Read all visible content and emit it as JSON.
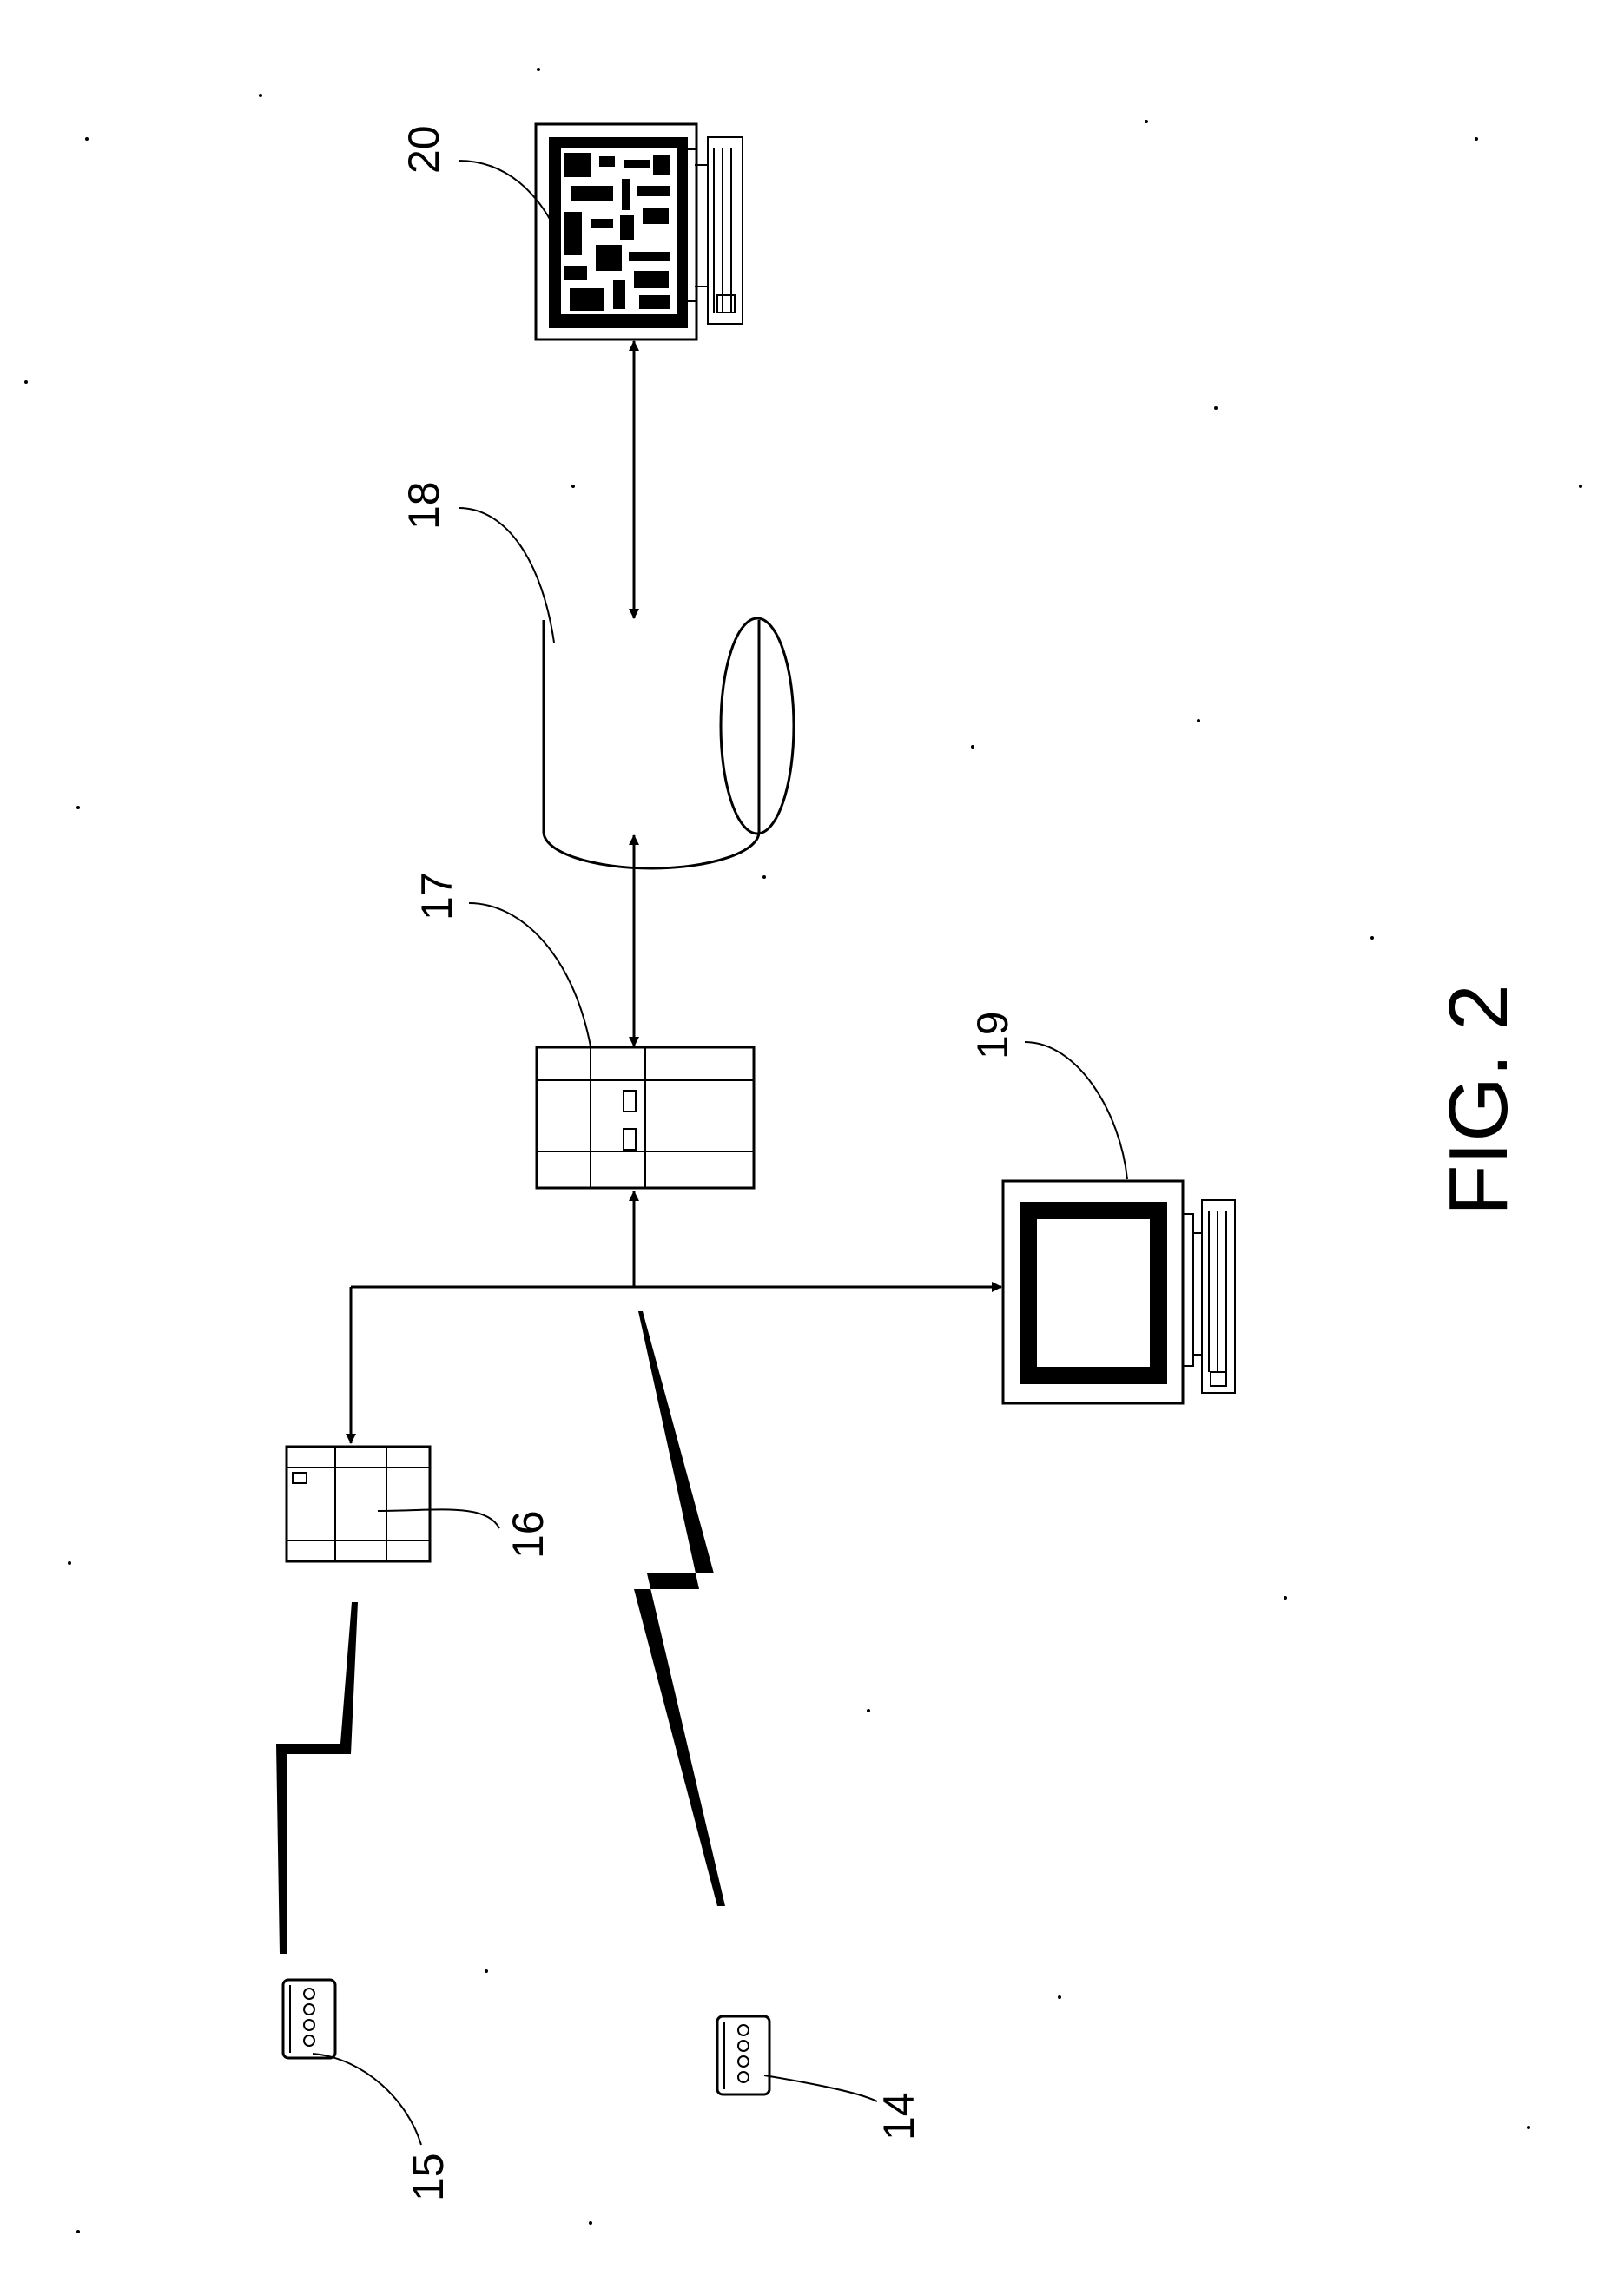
{
  "figure": {
    "caption": "FIG. 2",
    "labels": {
      "ref_14": "14",
      "ref_15": "15",
      "ref_16": "16",
      "ref_17": "17",
      "ref_18": "18",
      "ref_19": "19",
      "ref_20": "20"
    },
    "components": [
      {
        "ref": "14",
        "kind": "handheld-device"
      },
      {
        "ref": "15",
        "kind": "handheld-device"
      },
      {
        "ref": "16",
        "kind": "base-station"
      },
      {
        "ref": "17",
        "kind": "server"
      },
      {
        "ref": "18",
        "kind": "database"
      },
      {
        "ref": "19",
        "kind": "workstation"
      },
      {
        "ref": "20",
        "kind": "workstation-with-map"
      }
    ],
    "links": [
      {
        "from": "15",
        "to": "16",
        "type": "wireless"
      },
      {
        "from": "14",
        "to": "bus",
        "type": "wireless"
      },
      {
        "from": "bus",
        "to": "16",
        "type": "wired",
        "direction": "one-way"
      },
      {
        "from": "bus",
        "to": "17",
        "type": "wired",
        "direction": "one-way"
      },
      {
        "from": "bus",
        "to": "19",
        "type": "wired",
        "direction": "one-way"
      },
      {
        "from": "17",
        "to": "18",
        "type": "wired",
        "direction": "two-way"
      },
      {
        "from": "18",
        "to": "20",
        "type": "wired",
        "direction": "two-way"
      }
    ]
  }
}
